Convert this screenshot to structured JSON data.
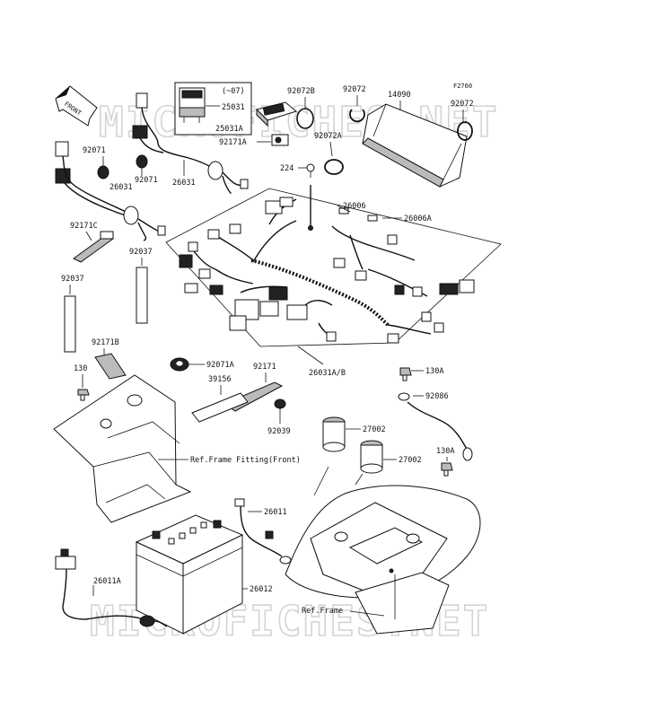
{
  "figure_code": "F2760",
  "direction": "FRONT",
  "watermarks": [
    "MICROFICHES.NET",
    "MICROFICHES.NET"
  ],
  "labels": {
    "p25031_note": "(~07)",
    "p25031": "25031",
    "p25031A": "25031A",
    "p92171A": "92171A",
    "p92072B": "92072B",
    "p92072_top": "92072",
    "p14090": "14090",
    "p92072_right": "92072",
    "p92072A": "92072A",
    "p224": "224",
    "p92071_a": "92071",
    "p92071_b": "92071",
    "p26031_a": "26031",
    "p26031_b": "26031",
    "p26006": "26006",
    "p26006A": "26006A",
    "p92171C": "92171C",
    "p92037_a": "92037",
    "p92037_b": "92037",
    "p92171B": "92171B",
    "p130": "130",
    "p92071A": "92071A",
    "p92171": "92171",
    "p39156": "39156",
    "p26031AB": "26031A/B",
    "p130A_a": "130A",
    "p92086": "92086",
    "p92039": "92039",
    "p27002_a": "27002",
    "p27002_b": "27002",
    "p130A_b": "130A",
    "p26011": "26011",
    "p26012": "26012",
    "p26011A": "26011A"
  },
  "refs": {
    "frame_fitting_front": "Ref.Frame Fitting(Front)",
    "frame": "Ref.Frame"
  }
}
